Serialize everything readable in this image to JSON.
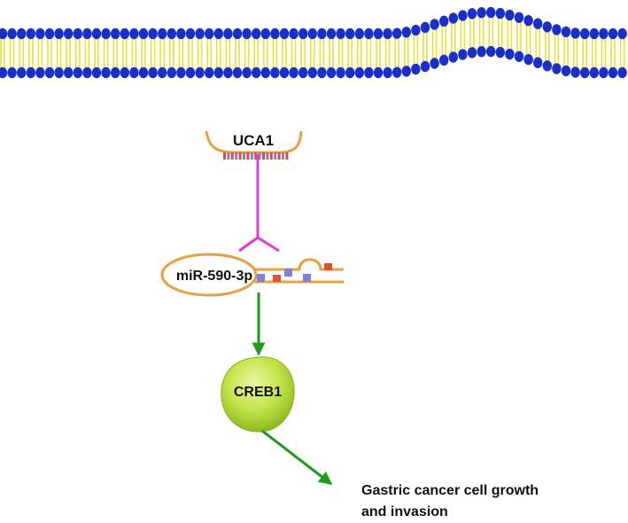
{
  "labels": {
    "uca1": "UCA1",
    "mirna": "miR-590-3p",
    "creb1": "CREB1",
    "outcome_line1": "Gastric cancer cell growth",
    "outcome_line2": "and invasion"
  },
  "colors": {
    "membrane_head": "#1a2fc8",
    "membrane_tail": "#e8e23a",
    "rna_strand": "#e8a040",
    "inhibition_line": "#e23ad8",
    "activation_arrow": "#1e9a1e",
    "creb1_fill": "#b4dc3c",
    "base_red": "#e05030",
    "base_purple": "#8080d8"
  }
}
